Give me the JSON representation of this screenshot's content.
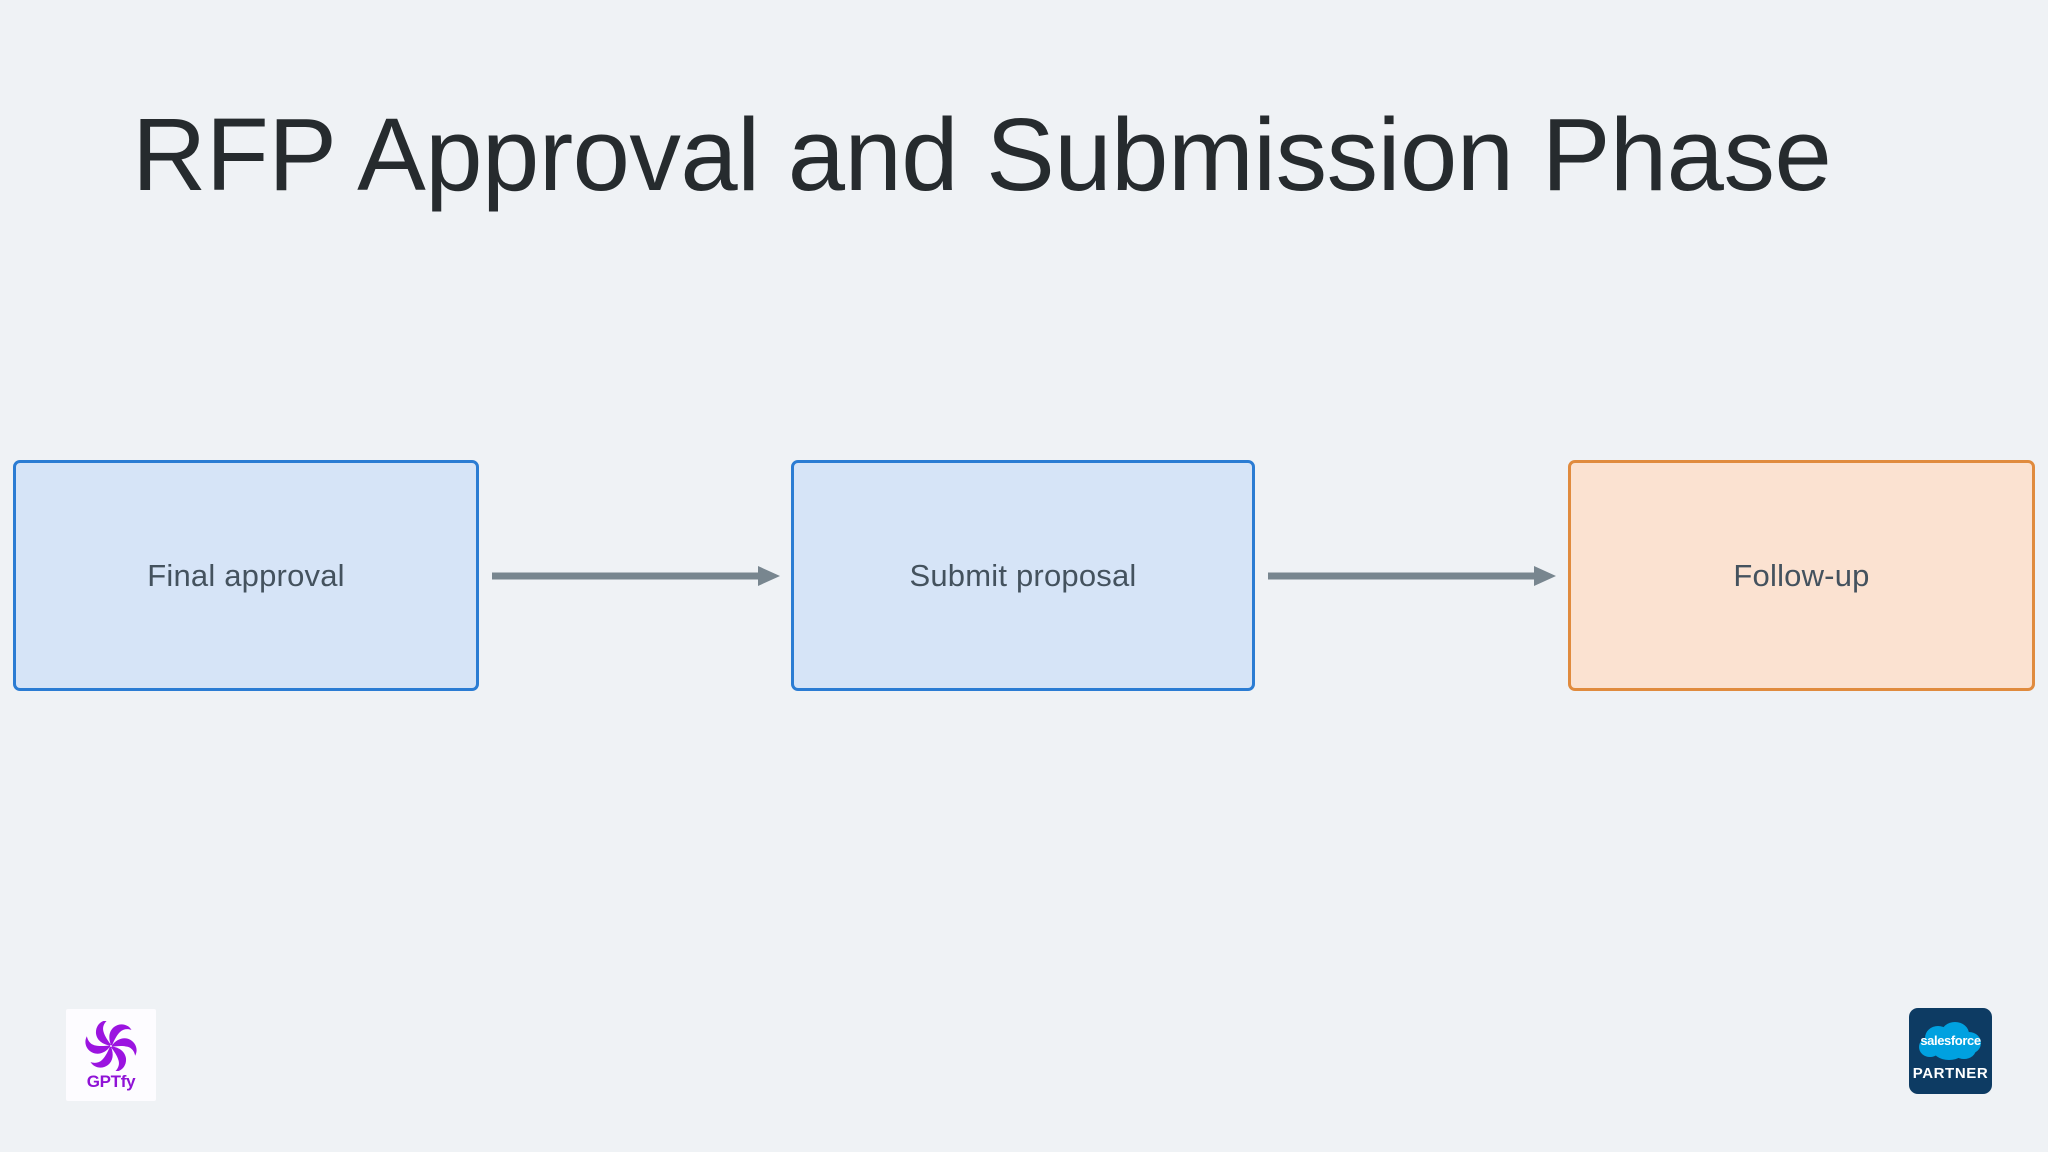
{
  "slide": {
    "title": "RFP Approval and Submission Phase",
    "background_color": "#eff2f5"
  },
  "diagram": {
    "type": "flowchart",
    "direction": "left-to-right",
    "nodes": [
      {
        "id": "final-approval",
        "label": "Final approval",
        "fill_color": "#d6e4f7",
        "border_color": "#2b7cd3",
        "text_color": "#44525e"
      },
      {
        "id": "submit-proposal",
        "label": "Submit proposal",
        "fill_color": "#d6e4f7",
        "border_color": "#2b7cd3",
        "text_color": "#44525e"
      },
      {
        "id": "follow-up",
        "label": "Follow-up",
        "fill_color": "#fbe2d1",
        "border_color": "#e08b3e",
        "text_color": "#44525e"
      }
    ],
    "edges": [
      {
        "id": "edge-1",
        "from": "final-approval",
        "to": "submit-proposal",
        "label": "",
        "color": "#78868f"
      },
      {
        "id": "edge-2",
        "from": "submit-proposal",
        "to": "follow-up",
        "label": "",
        "color": "#78868f"
      }
    ]
  },
  "branding": {
    "gptfy": {
      "wordmark": "GPTfy",
      "mark_name": "gptfy-pinwheel-icon",
      "mark_color": "#9b14e0",
      "card_color": "#fdfcff"
    },
    "salesforce_partner": {
      "cloud_text": "salesforce",
      "tier_text": "PARTNER",
      "badge_color": "#0d3b63",
      "cloud_color": "#00a1e0"
    }
  }
}
